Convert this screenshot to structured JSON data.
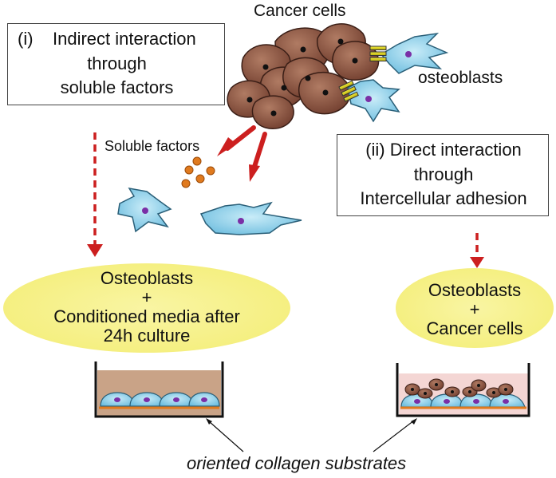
{
  "labels": {
    "cancer_cells": "Cancer cells",
    "osteoblasts": "osteoblasts",
    "soluble_factors": "Soluble factors",
    "oriented_collagen": "oriented collagen substrates"
  },
  "indirect_box": {
    "line1": "(i)    Indirect interaction",
    "line2": "through",
    "line3": "soluble factors"
  },
  "direct_box": {
    "line1": "(ii) Direct interaction",
    "line2": "through",
    "line3": "Intercellular adhesion"
  },
  "left_ellipse": {
    "line1": "Osteoblasts",
    "line2": "+",
    "line3": "Conditioned media after",
    "line4": "24h culture"
  },
  "right_ellipse": {
    "line1": "Osteoblasts",
    "line2": "+",
    "line3": "Cancer cells"
  },
  "colors": {
    "cancer_cell_fill": "#7a4636",
    "osteoblast_fill": "#8fd0ea",
    "arrow_red": "#cc1f1f",
    "ellipse_fill": "#f7f28a",
    "factor_dot": "#e07a1e",
    "media_fill": "#c9a387",
    "coculture_fill": "#f4d6d4",
    "substrate_line": "#e07a1e"
  }
}
